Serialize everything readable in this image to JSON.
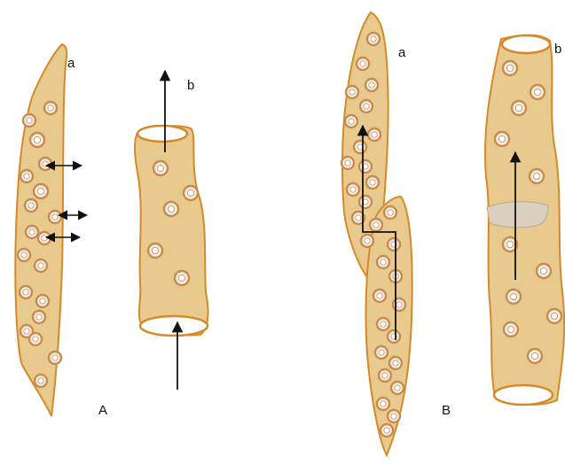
{
  "labels": {
    "panel_a": "A",
    "panel_b": "B",
    "tracheid": "a",
    "vessel_a": "b",
    "tracheid_b": "a",
    "vessel_b": "b"
  },
  "colors": {
    "cell_fill": "#e8c98e",
    "cell_stroke": "#d58a2a",
    "pit_ring": "#c98a4e",
    "arrow": "#111111",
    "end_wall": "#d9d0c0"
  }
}
